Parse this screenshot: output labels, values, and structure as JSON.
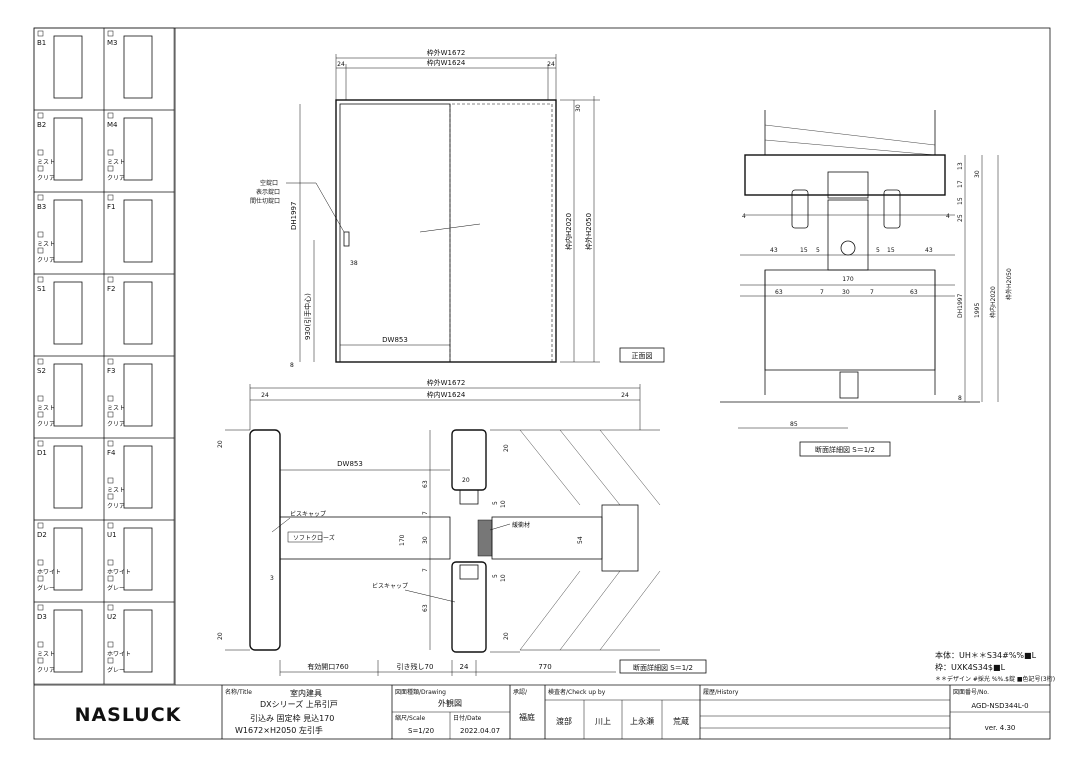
{
  "thumbnails": [
    {
      "code": "B1",
      "marks": []
    },
    {
      "code": "M3",
      "marks": []
    },
    {
      "code": "B2",
      "marks": [
        "ミスト",
        "クリア"
      ]
    },
    {
      "code": "M4",
      "marks": [
        "ミスト",
        "クリア"
      ]
    },
    {
      "code": "B3",
      "marks": [
        "ミスト",
        "クリア"
      ]
    },
    {
      "code": "F1",
      "marks": []
    },
    {
      "code": "S1",
      "marks": []
    },
    {
      "code": "F2",
      "marks": []
    },
    {
      "code": "S2",
      "marks": [
        "ミスト",
        "クリア"
      ]
    },
    {
      "code": "F3",
      "marks": [
        "ミスト",
        "クリア"
      ]
    },
    {
      "code": "D1",
      "marks": []
    },
    {
      "code": "F4",
      "marks": [
        "ミスト",
        "クリア"
      ]
    },
    {
      "code": "D2",
      "marks": [
        "ホワイト",
        "グレー"
      ]
    },
    {
      "code": "U1",
      "marks": [
        "ホワイト",
        "グレー"
      ]
    },
    {
      "code": "D3",
      "marks": [
        "ミスト",
        "クリア"
      ]
    },
    {
      "code": "U2",
      "marks": [
        "ホワイト",
        "グレー"
      ]
    }
  ],
  "front": {
    "outer_width": "枠外W1672",
    "inner_width": "枠内W1624",
    "side_a": "24",
    "side_b": "24",
    "top_gap": "30",
    "inner_height": "枠内H2020",
    "outer_height": "枠外H2050",
    "door_height": "DH1997",
    "handle_height": "930(引手中心)",
    "handle_w": "38",
    "door_width": "DW853",
    "floor": "8",
    "lock_notes": [
      "空錠口",
      "表示錠口",
      "間仕切錠口"
    ],
    "view_label": "正面図"
  },
  "plan": {
    "outer_width": "枠外W1672",
    "inner_width": "枠内W1624",
    "side_a": "24",
    "side_b": "24",
    "dw": "DW853",
    "d20a": "20",
    "d20b": "20",
    "d20c": "20",
    "d20d": "20",
    "d63a": "63",
    "d63b": "63",
    "d7a": "7",
    "d7b": "7",
    "d170": "170",
    "d30": "30",
    "d54": "54",
    "d5a": "5",
    "d10a": "10",
    "d5b": "5",
    "d10b": "10",
    "d3": "3",
    "screw_cap_a": "ビスキャップ",
    "screw_cap_b": "ビスキャップ",
    "soft_close": "ソフトクローズ",
    "cushion": "緩衝材",
    "open_width": "有効開口760",
    "pull_back": "引き残し70",
    "d24": "24",
    "d770": "770",
    "view_label": "断面詳細図 S＝1/2"
  },
  "section": {
    "d4a": "4",
    "d4b": "4",
    "d43a": "43",
    "d15a": "15",
    "d5a": "5",
    "d5b": "5",
    "d15b": "15",
    "d43b": "43",
    "d170": "170",
    "d63a": "63",
    "d7a": "7",
    "d30": "30",
    "d7b": "7",
    "d63b": "63",
    "d85": "85",
    "d13": "13",
    "d17": "17",
    "d30v": "30",
    "d15v": "15",
    "d25": "25",
    "dh": "DH1997",
    "d1995": "1995",
    "inner_h": "枠内H2020",
    "outer_h": "枠外H2050",
    "floor": "8",
    "view_label": "断面詳細図 S＝1/2"
  },
  "spec": {
    "body": "本体：UH＊＊S34#%%■L",
    "frame": "枠：UXK4S34$■L",
    "note": "＊＊デザイン #採光 %%.$錠 ■色記号(3桁)"
  },
  "title_block": {
    "brand": "NASLUCK",
    "title_hdr": "名称/Title",
    "title1": "室内建具",
    "title2": "DXシリーズ 上吊引戸",
    "title3": "引込み 固定枠 見込170",
    "title4": "W1672×H2050 左引手",
    "drawing_hdr": "図面種類/Drawing",
    "drawing": "外観図",
    "scale_hdr": "縮尺/Scale",
    "scale": "S=1/20",
    "date_hdr": "日付/Date",
    "date": "2022.04.07",
    "dept_hdr": "承認/",
    "dept": "福庭",
    "check_hdr": "検査者/Check up by",
    "names": [
      "渡部",
      "川上",
      "上永瀬",
      "荒蔵"
    ],
    "history_hdr": "履歴/History",
    "number_hdr": "図面番号/No.",
    "number": "AGD-NSD344L-0",
    "version": "ver. 4.30"
  }
}
